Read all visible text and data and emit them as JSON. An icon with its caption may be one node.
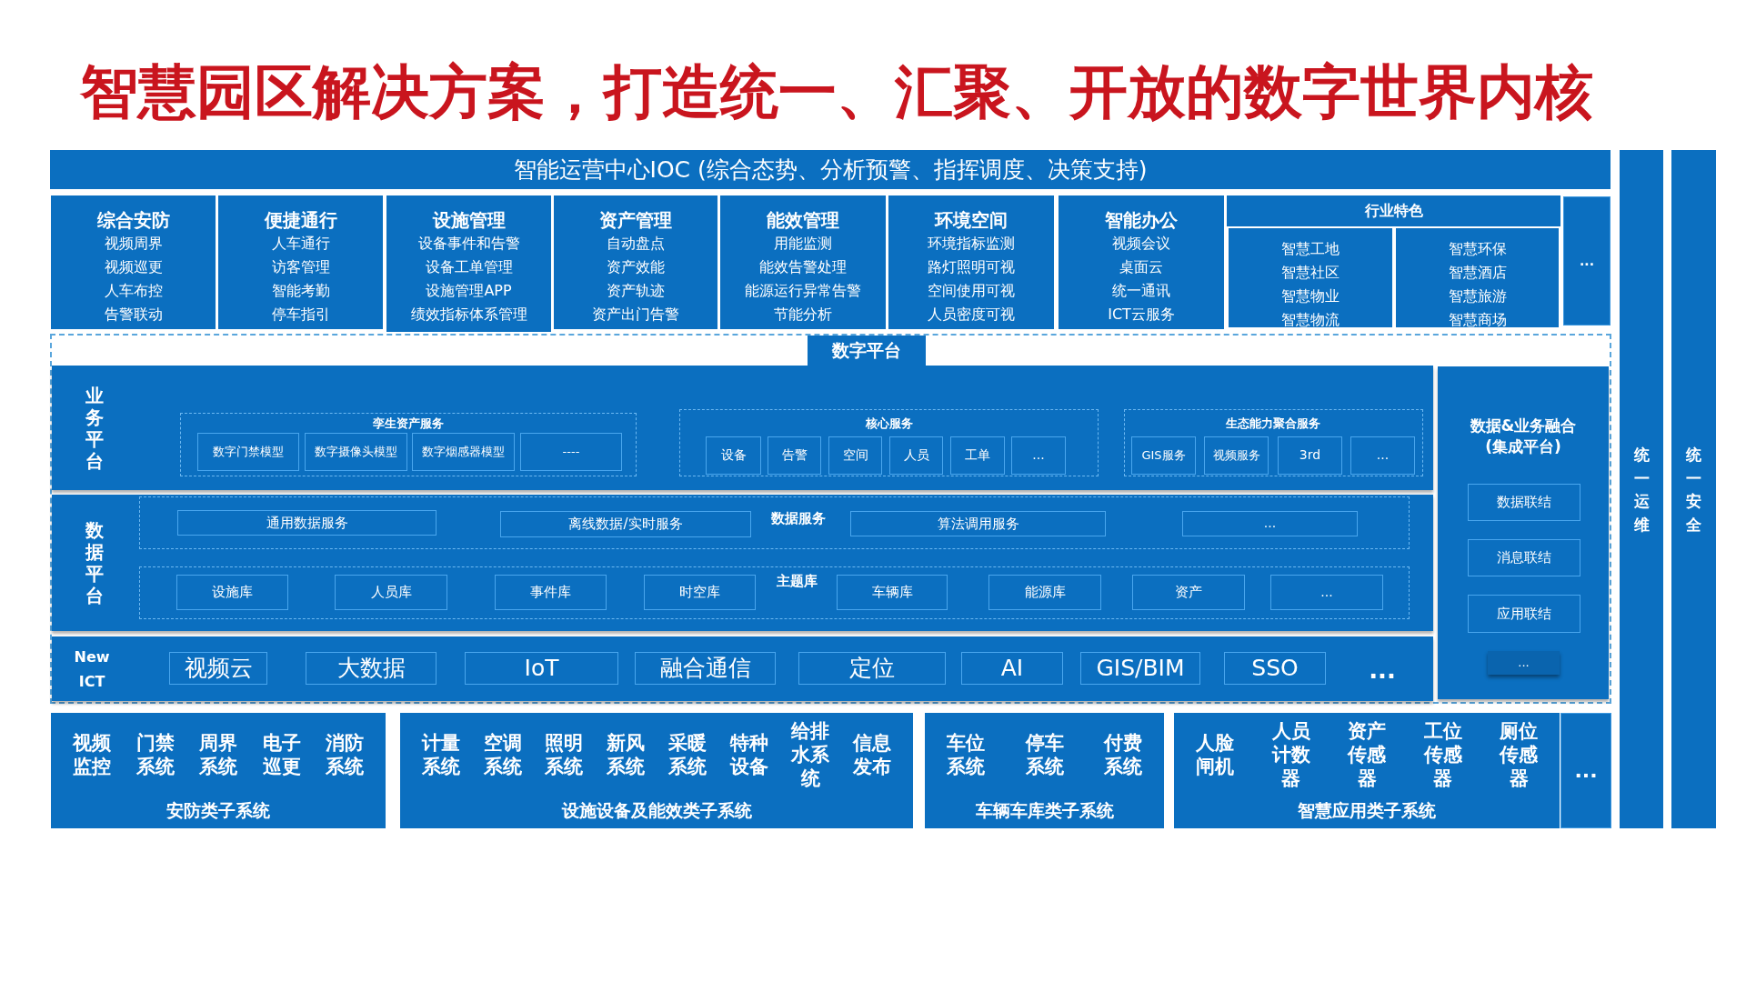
{
  "diagram": {
    "title": "智慧园区解决方案，打造统一、汇聚、开放的数字世界内核",
    "nodes": [
      {
        "text": [
          "智能运营中心IOC (综合态势、分析预警、指挥调度、决策支持)"
        ]
      },
      {
        "text": [
          "综合安防",
          "视频周界",
          "视频巡更",
          "人车布控",
          "告警联动"
        ]
      },
      {
        "text": [
          "便捷通行",
          "人车通行",
          "访客管理",
          "智能考勤",
          "停车指引"
        ]
      },
      {
        "text": [
          "设施管理",
          "设备事件和告警",
          "设备工单管理",
          "设施管理APP",
          "绩效指标体系管理"
        ]
      },
      {
        "text": [
          "资产管理",
          "自动盘点",
          "资产效能",
          "资产轨迹",
          "资产出门告警"
        ]
      },
      {
        "text": [
          "能效管理",
          "用能监测",
          "能效告警处理",
          "能源运行异常告警",
          "节能分析"
        ]
      },
      {
        "text": [
          "环境空间",
          "环境指标监测",
          "路灯照明可视",
          "空间使用可视",
          "人员密度可视"
        ]
      },
      {
        "text": [
          "智能办公",
          "视频会议",
          "桌面云",
          "统一通讯",
          "ICT云服务"
        ]
      },
      {
        "text": [
          "行业特色"
        ]
      },
      {
        "text": [
          "智慧工地",
          "智慧社区",
          "智慧物业",
          "智慧物流"
        ],
        "in": 8
      },
      {
        "text": [
          "智慧环保",
          "智慧酒店",
          "智慧旅游",
          "智慧商场"
        ],
        "in": 8
      },
      {
        "text": [
          "..."
        ]
      },
      {
        "text": [
          "数字平台"
        ]
      },
      {
        "text": [
          "业务平台"
        ],
        "in": 12
      },
      {
        "text": [
          "孪生资产服务"
        ],
        "in": 13
      },
      {
        "text": [
          "数字门禁模型"
        ],
        "in": 14
      },
      {
        "text": [
          "数字摄像头模型"
        ],
        "in": 14
      },
      {
        "text": [
          "数字烟感器模型"
        ],
        "in": 14
      },
      {
        "text": [
          "----"
        ],
        "in": 14
      },
      {
        "text": [
          "核心服务"
        ],
        "in": 13
      },
      {
        "text": [
          "设备"
        ],
        "in": 19
      },
      {
        "text": [
          "告警"
        ],
        "in": 19
      },
      {
        "text": [
          "空间"
        ],
        "in": 19
      },
      {
        "text": [
          "人员"
        ],
        "in": 19
      },
      {
        "text": [
          "工单"
        ],
        "in": 19
      },
      {
        "text": [
          "..."
        ],
        "in": 19
      },
      {
        "text": [
          "生态能力聚合服务"
        ],
        "in": 13
      },
      {
        "text": [
          "GIS服务"
        ],
        "in": 26
      },
      {
        "text": [
          "视频服务"
        ],
        "in": 26
      },
      {
        "text": [
          "3rd"
        ],
        "in": 26
      },
      {
        "text": [
          "..."
        ],
        "in": 26
      },
      {
        "text": [
          "数据平台"
        ],
        "in": 12
      },
      {
        "text": [
          "数据服务"
        ],
        "in": 31
      },
      {
        "text": [
          "通用数据服务"
        ],
        "in": 32
      },
      {
        "text": [
          "离线数据/实时服务"
        ],
        "in": 32
      },
      {
        "text": [
          "算法调用服务"
        ],
        "in": 32
      },
      {
        "text": [
          "..."
        ],
        "in": 32
      },
      {
        "text": [
          "主题库"
        ],
        "in": 31
      },
      {
        "text": [
          "设施库"
        ],
        "in": 37
      },
      {
        "text": [
          "人员库"
        ],
        "in": 37
      },
      {
        "text": [
          "事件库"
        ],
        "in": 37
      },
      {
        "text": [
          "时空库"
        ],
        "in": 37
      },
      {
        "text": [
          "车辆库"
        ],
        "in": 37
      },
      {
        "text": [
          "能源库"
        ],
        "in": 37
      },
      {
        "text": [
          "资产"
        ],
        "in": 37
      },
      {
        "text": [
          "..."
        ],
        "in": 37
      },
      {
        "text": [
          "New ICT",
          "..."
        ],
        "in": 12
      },
      {
        "text": [
          "视频云"
        ],
        "in": 46
      },
      {
        "text": [
          "大数据"
        ],
        "in": 46
      },
      {
        "text": [
          "IoT"
        ],
        "in": 46
      },
      {
        "text": [
          "融合通信"
        ],
        "in": 46
      },
      {
        "text": [
          "定位"
        ],
        "in": 46
      },
      {
        "text": [
          "AI"
        ],
        "in": 46
      },
      {
        "text": [
          "GIS/BIM"
        ],
        "in": 46
      },
      {
        "text": [
          "SSO"
        ],
        "in": 46
      },
      {
        "text": [
          "数据&业务融合 (集成平台)"
        ],
        "in": 12
      },
      {
        "text": [
          "数据联结"
        ],
        "in": 55
      },
      {
        "text": [
          "消息联结"
        ],
        "in": 55
      },
      {
        "text": [
          "应用联结"
        ],
        "in": 55
      },
      {
        "text": [
          "..."
        ],
        "in": 55
      },
      {
        "text": [
          "视频监控",
          "门禁系统",
          "周界系统",
          "电子巡更",
          "消防系统",
          "安防类子系统"
        ]
      },
      {
        "text": [
          "计量系统",
          "空调系统",
          "照明系统",
          "新风系统",
          "采暖系统",
          "特种设备",
          "给排水系统",
          "信息发布",
          "设施设备及能效类子系统"
        ]
      },
      {
        "text": [
          "车位系统",
          "停车系统",
          "付费系统",
          "车辆车库类子系统"
        ]
      },
      {
        "text": [
          "人脸闸机",
          "人员计数器",
          "资产传感器",
          "工位传感器",
          "厕位传感器",
          "智慧应用类子系统"
        ]
      },
      {
        "text": [
          "..."
        ]
      },
      {
        "text": [
          "统一运维"
        ]
      },
      {
        "text": [
          "统一安全"
        ]
      }
    ]
  }
}
